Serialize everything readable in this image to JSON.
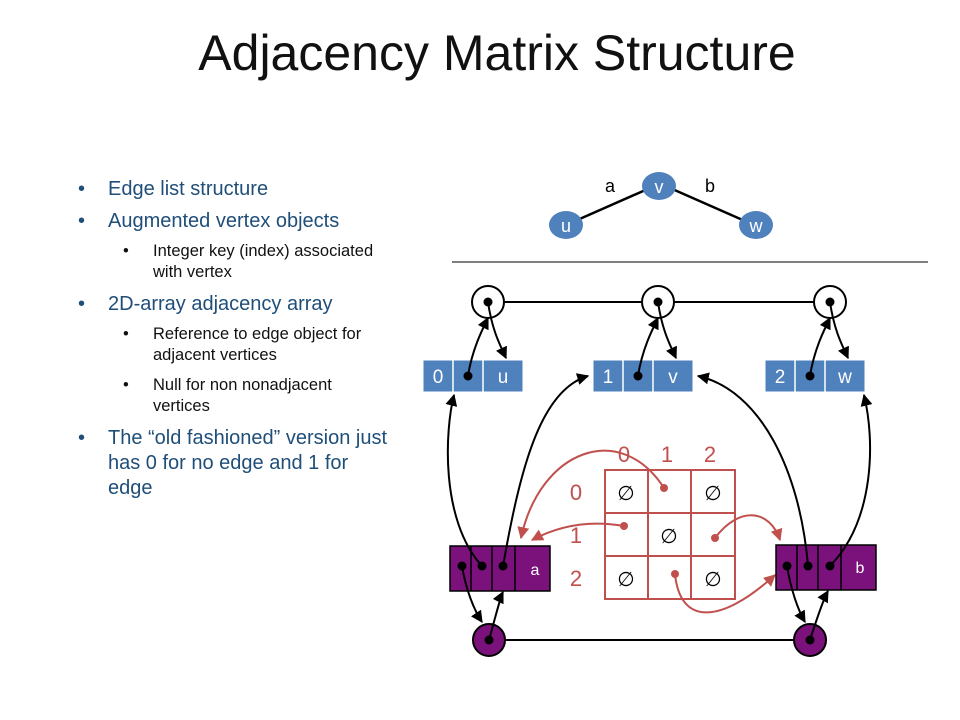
{
  "title": "Adjacency Matrix Structure",
  "bullets": [
    {
      "text": "Edge list structure",
      "sub": []
    },
    {
      "text": "Augmented vertex objects",
      "sub": [
        "Integer key (index) associated with vertex"
      ]
    },
    {
      "text": "2D-array adjacency array",
      "sub": [
        "Reference to edge object for adjacent vertices",
        "Null for non nonadjacent vertices"
      ]
    },
    {
      "text": "The “old fashioned” version just has 0 for no edge and 1 for edge",
      "sub": []
    }
  ],
  "graph": {
    "vertices": [
      "u",
      "v",
      "w"
    ],
    "edges": [
      {
        "label": "a",
        "from": "u",
        "to": "v"
      },
      {
        "label": "b",
        "from": "v",
        "to": "w"
      }
    ]
  },
  "vertex_objects": [
    {
      "index": "0",
      "label": "u"
    },
    {
      "index": "1",
      "label": "v"
    },
    {
      "index": "2",
      "label": "w"
    }
  ],
  "edge_objects": [
    {
      "label": "a"
    },
    {
      "label": "b"
    }
  ],
  "matrix": {
    "col_headers": [
      "0",
      "1",
      "2"
    ],
    "row_headers": [
      "0",
      "1",
      "2"
    ],
    "null_symbol": "∅",
    "cells": [
      [
        "null",
        "ref",
        "null"
      ],
      [
        "ref",
        "null",
        "ref"
      ],
      [
        "null",
        "ref",
        "null"
      ]
    ]
  },
  "colors": {
    "text_blue": "#1f4e79",
    "vertex_fill": "#4f81bd",
    "edge_fill": "#7b117b",
    "matrix_red": "#c0504d",
    "pointer": "#000000"
  }
}
